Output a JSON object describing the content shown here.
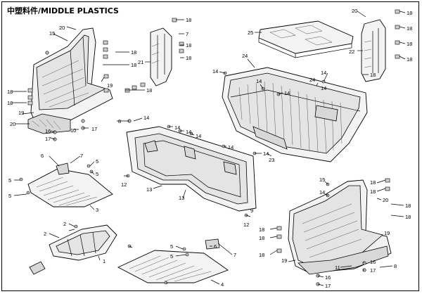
{
  "title": "中塑料件/MIDDLE PLASTICS",
  "callouts": {
    "c1": "1",
    "c2a": "2",
    "c2b": "2",
    "c3": "3",
    "c4": "4",
    "c5a": "5",
    "c5b": "5",
    "c5c": "5",
    "c5d": "5",
    "c5e": "5",
    "c5f": "5",
    "c6a": "6",
    "c6b": "6",
    "c7a": "7",
    "c7b": "7",
    "c7c": "7",
    "c8a": "8",
    "c8b": "8",
    "c9": "9",
    "c10": "10",
    "c11": "11",
    "c12a": "12",
    "c12b": "12",
    "c13a": "13",
    "c13b": "13",
    "c14a": "14",
    "c14b": "14",
    "c14c": "14",
    "c14d": "14",
    "c14e": "14",
    "c14f": "14",
    "c14g": "14",
    "c14h": "14",
    "c14i": "14",
    "c14j": "14",
    "c15a": "15",
    "c15b": "15",
    "c16a": "16",
    "c16b": "16",
    "c17a": "17",
    "c17b": "17",
    "c17c": "17",
    "c17d": "17",
    "c18a": "18",
    "c18b": "18",
    "c18c": "18",
    "c18d": "18",
    "c18e": "18",
    "c18f": "18",
    "c18g": "18",
    "c18h": "18",
    "c18i": "18",
    "c18j": "18",
    "c18k": "18",
    "c18l": "18",
    "c18m": "18",
    "c18n": "18",
    "c18o": "18",
    "c18p": "18",
    "c18q": "18",
    "c18r": "18",
    "c18s": "18",
    "c18t": "18",
    "c19a": "19",
    "c19b": "19",
    "c19c": "19",
    "c19d": "19",
    "c20a": "20",
    "c20b": "20",
    "c21": "21",
    "c22": "22",
    "c23": "23",
    "c24a": "24",
    "c24b": "24",
    "c25": "25"
  }
}
